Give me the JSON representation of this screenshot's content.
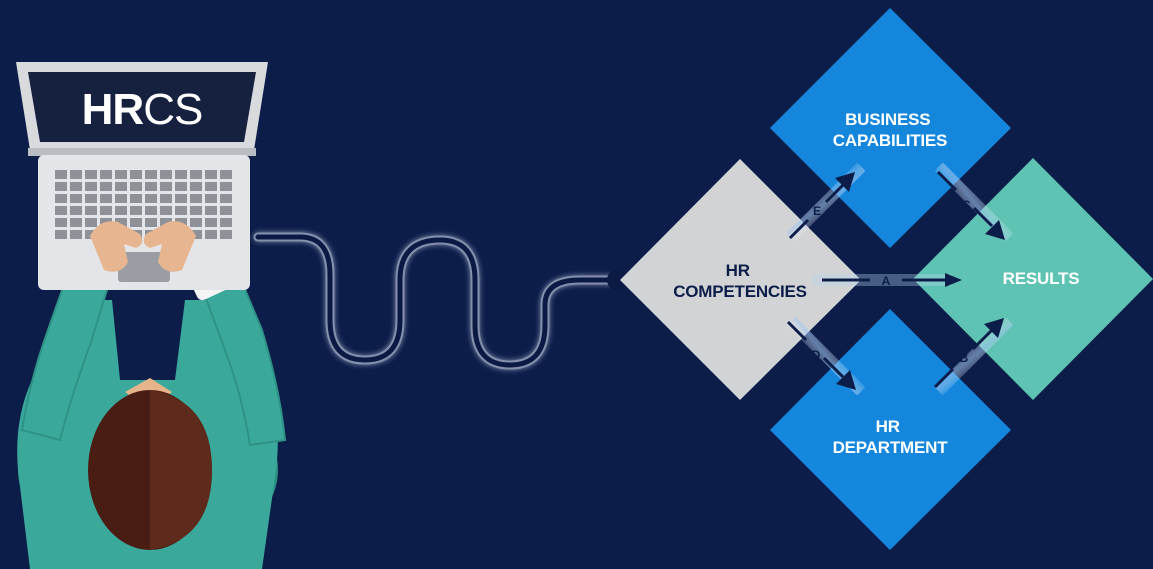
{
  "colors": {
    "background": "#0c1d4a",
    "hr_competencies": "#d2d3d5",
    "business_capabilities": "#1487dd",
    "hr_department": "#1487dd",
    "results": "#5fc3b3",
    "label_dark": "#0c1d4a",
    "label_light": "#ffffff",
    "arrow": "#0c1d4a",
    "cable": "#0a1a44",
    "cable_glow": "#e6eefc",
    "sweater": "#3aa99b",
    "hair": "#4a1d14",
    "laptop": "#dedfe2"
  },
  "laptop": {
    "logo_part1": "HR",
    "logo_part2": "CS"
  },
  "diagram": {
    "hr_competencies": {
      "line1": "HR",
      "line2": "COMPETENCIES"
    },
    "business_capabilities": {
      "line1": "BUSINESS",
      "line2": "CAPABILITIES"
    },
    "hr_department": {
      "line1": "HR",
      "line2": "DEPARTMENT"
    },
    "results": {
      "line1": "RESULTS"
    },
    "arrows": {
      "a": "A",
      "b": "B",
      "c": "C",
      "d": "D",
      "e": "E"
    }
  }
}
